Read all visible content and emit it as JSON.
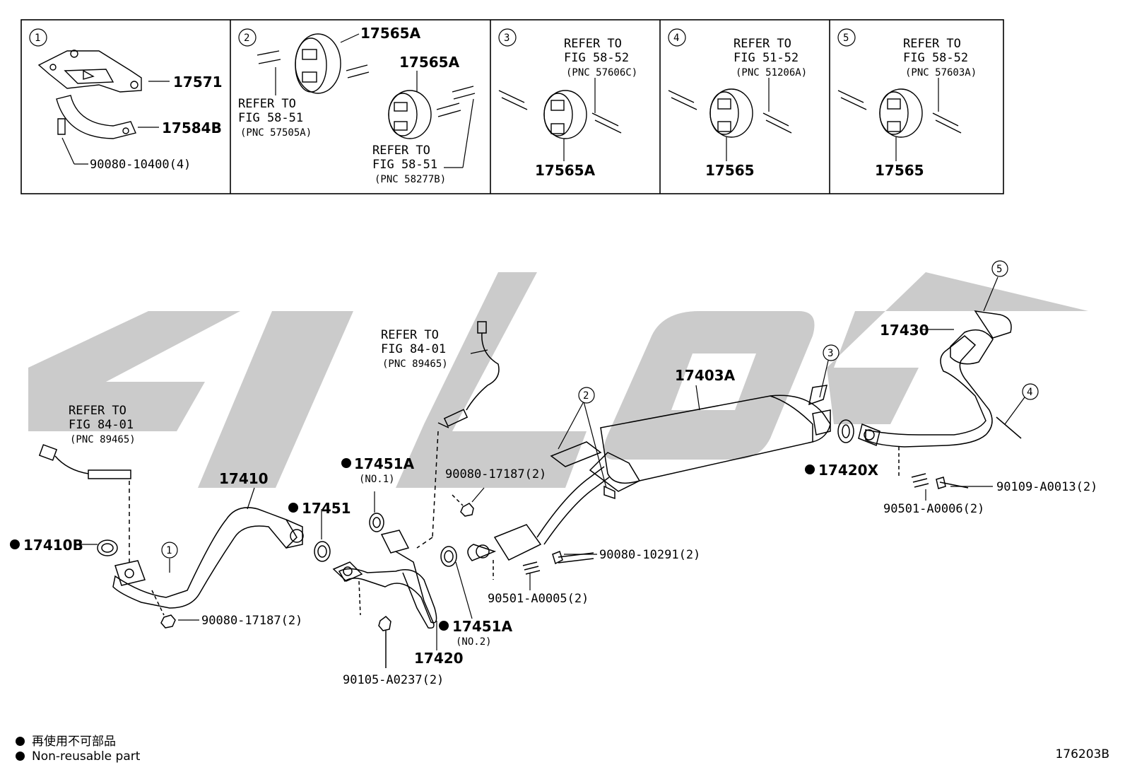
{
  "panels": {
    "p1": {
      "num": "1",
      "parts": [
        "17571",
        "17584B",
        "90080-10400(4)"
      ]
    },
    "p2": {
      "num": "2",
      "part_a": "17565A",
      "part_b": "17565A",
      "ref1": [
        "REFER TO",
        "FIG 58-51",
        "(PNC 57505A)"
      ],
      "ref2": [
        "REFER TO",
        "FIG 58-51",
        "(PNC 58277B)"
      ]
    },
    "p3": {
      "num": "3",
      "ref": [
        "REFER TO",
        "FIG 58-52",
        "(PNC 57606C)"
      ],
      "part": "17565A"
    },
    "p4": {
      "num": "4",
      "ref": [
        "REFER TO",
        "FIG 51-52",
        "(PNC 51206A)"
      ],
      "part": "17565"
    },
    "p5": {
      "num": "5",
      "ref": [
        "REFER TO",
        "FIG 58-52",
        "(PNC 57603A)"
      ],
      "part": "17565"
    }
  },
  "main": {
    "ref_left": [
      "REFER TO",
      "FIG 84-01",
      "(PNC 89465)"
    ],
    "ref_mid": [
      "REFER TO",
      "FIG 84-01",
      "(PNC 89465)"
    ],
    "parts": {
      "p17410": "17410",
      "p17410B": "17410B",
      "p17451": "17451",
      "p17451A_1": "17451A",
      "no1": "(NO.1)",
      "p17451A_2": "17451A",
      "no2": "(NO.2)",
      "p17420": "17420",
      "p90080_17187_a": "90080-17187(2)",
      "p90080_17187_b": "90080-17187(2)",
      "p90105": "90105-A0237(2)",
      "p90080_10291": "90080-10291(2)",
      "p90501_A0005": "90501-A0005(2)",
      "p17403A": "17403A",
      "p17420X": "17420X",
      "p17430": "17430",
      "p90109": "90109-A0013(2)",
      "p90501_A0006": "90501-A0006(2)"
    },
    "callouts": {
      "c1": "1",
      "c2": "2",
      "c3": "3",
      "c4": "4",
      "c5": "5"
    }
  },
  "legend": {
    "jp": "再使用不可部品",
    "en": "Non-reusable part"
  },
  "figure_number": "176203B",
  "watermark_color": "#c8c8c8"
}
